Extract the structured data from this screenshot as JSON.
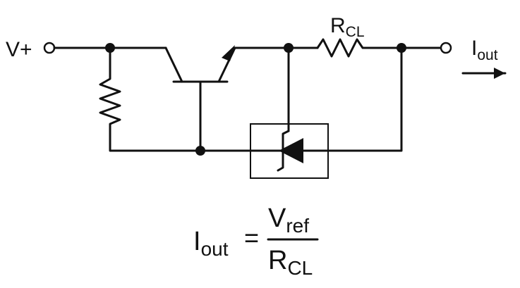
{
  "labels": {
    "vplus": "V+",
    "rcl_main": "R",
    "rcl_sub": "CL",
    "iout_main": "I",
    "iout_sub": "out"
  },
  "formula": {
    "lhs_main": "I",
    "lhs_sub": "out",
    "equals": "=",
    "num_main": "V",
    "num_sub": "ref",
    "den_main": "R",
    "den_sub": "CL"
  }
}
